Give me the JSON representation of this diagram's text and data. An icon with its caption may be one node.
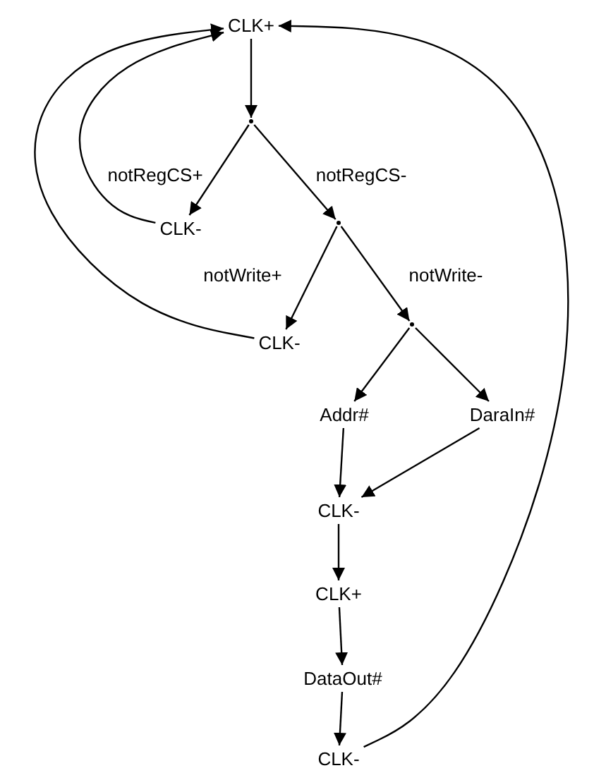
{
  "diagram": {
    "nodes": [
      {
        "text": [
          "CLK+"
        ]
      },
      {
        "text": [],
        "shape": "point"
      },
      {
        "text": [
          "CLK-"
        ]
      },
      {
        "text": [],
        "shape": "point"
      },
      {
        "text": [
          "CLK-"
        ]
      },
      {
        "text": [],
        "shape": "point"
      },
      {
        "text": [
          "Addr#"
        ]
      },
      {
        "text": [
          "DaraIn#"
        ]
      },
      {
        "text": [
          "CLK-"
        ]
      },
      {
        "text": [
          "CLK+"
        ]
      },
      {
        "text": [
          "DataOut#"
        ]
      },
      {
        "text": [
          "CLK-"
        ]
      }
    ],
    "edges": [
      {
        "from": 0,
        "to": 1,
        "arrow": "to"
      },
      {
        "from": 1,
        "to": 2,
        "arrow": "to",
        "label": "notRegCS+"
      },
      {
        "from": 1,
        "to": 3,
        "arrow": "to",
        "label": "notRegCS-"
      },
      {
        "from": 3,
        "to": 4,
        "arrow": "to",
        "label": "notWrite+"
      },
      {
        "from": 3,
        "to": 5,
        "arrow": "to",
        "label": "notWrite-"
      },
      {
        "from": 5,
        "to": 6,
        "arrow": "to"
      },
      {
        "from": 5,
        "to": 7,
        "arrow": "to"
      },
      {
        "from": 6,
        "to": 8,
        "arrow": "to"
      },
      {
        "from": 7,
        "to": 8,
        "arrow": "to"
      },
      {
        "from": 8,
        "to": 9,
        "arrow": "to"
      },
      {
        "from": 9,
        "to": 10,
        "arrow": "to"
      },
      {
        "from": 10,
        "to": 11,
        "arrow": "to"
      },
      {
        "from": 2,
        "to": 0,
        "arrow": "to"
      },
      {
        "from": 4,
        "to": 0,
        "arrow": "to"
      },
      {
        "from": 11,
        "to": 0,
        "arrow": "to"
      }
    ]
  }
}
